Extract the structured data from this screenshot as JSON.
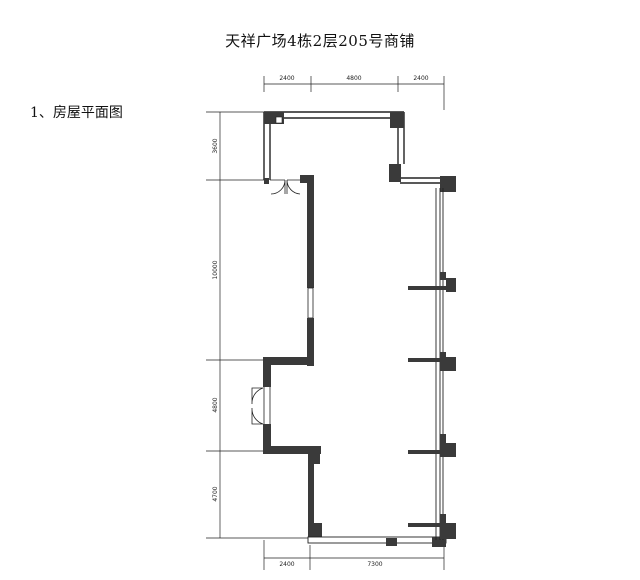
{
  "title": "天祥广场4栋2层205号商铺",
  "section_heading": "1、房屋平面图",
  "dimensions": {
    "top": [
      "2400",
      "4800",
      "2400"
    ],
    "left": [
      "3600",
      "10000",
      "4800",
      "4700"
    ],
    "bottom": [
      "2400",
      "7300"
    ]
  },
  "colors": {
    "wall": "#3a3a3a",
    "line": "#222222"
  }
}
